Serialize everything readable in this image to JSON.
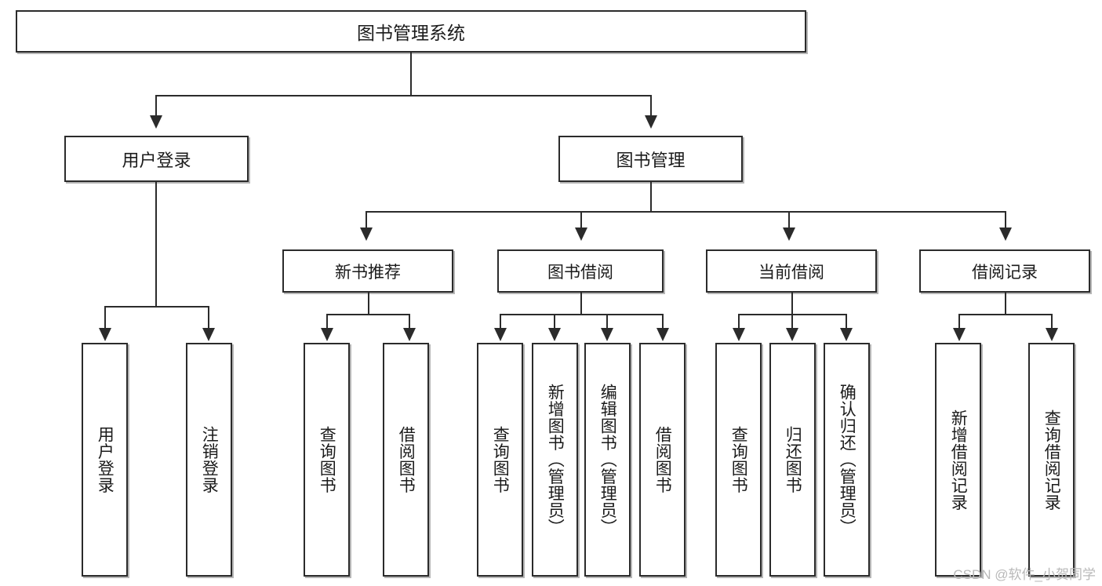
{
  "diagram": {
    "title_node": {
      "label": "图书管理系统"
    },
    "level1": [
      {
        "label": "用户登录"
      },
      {
        "label": "图书管理"
      }
    ],
    "level2": [
      {
        "label": "新书推荐"
      },
      {
        "label": "图书借阅"
      },
      {
        "label": "当前借阅"
      },
      {
        "label": "借阅记录"
      }
    ],
    "leaves": {
      "user_login": [
        {
          "label": "用户登录"
        },
        {
          "label": "注销登录"
        }
      ],
      "new_book_recommend": [
        {
          "label": "查询图书"
        },
        {
          "label": "借阅图书"
        }
      ],
      "book_borrow": [
        {
          "label": "查询图书"
        },
        {
          "label": "新增图书（管理员）"
        },
        {
          "label": "编辑图书（管理员）"
        },
        {
          "label": "借阅图书"
        }
      ],
      "current_borrow": [
        {
          "label": "查询图书"
        },
        {
          "label": "归还图书"
        },
        {
          "label": "确认归还（管理员）"
        }
      ],
      "borrow_record": [
        {
          "label": "新增借阅记录"
        },
        {
          "label": "查询借阅记录"
        }
      ]
    }
  },
  "watermark": {
    "text": "CSDN @软件_小贺同学"
  },
  "colors": {
    "stroke": "#2b2b2b",
    "fill": "#ffffff",
    "text": "#1b1b1b",
    "watermark": "#b9b9b9"
  }
}
